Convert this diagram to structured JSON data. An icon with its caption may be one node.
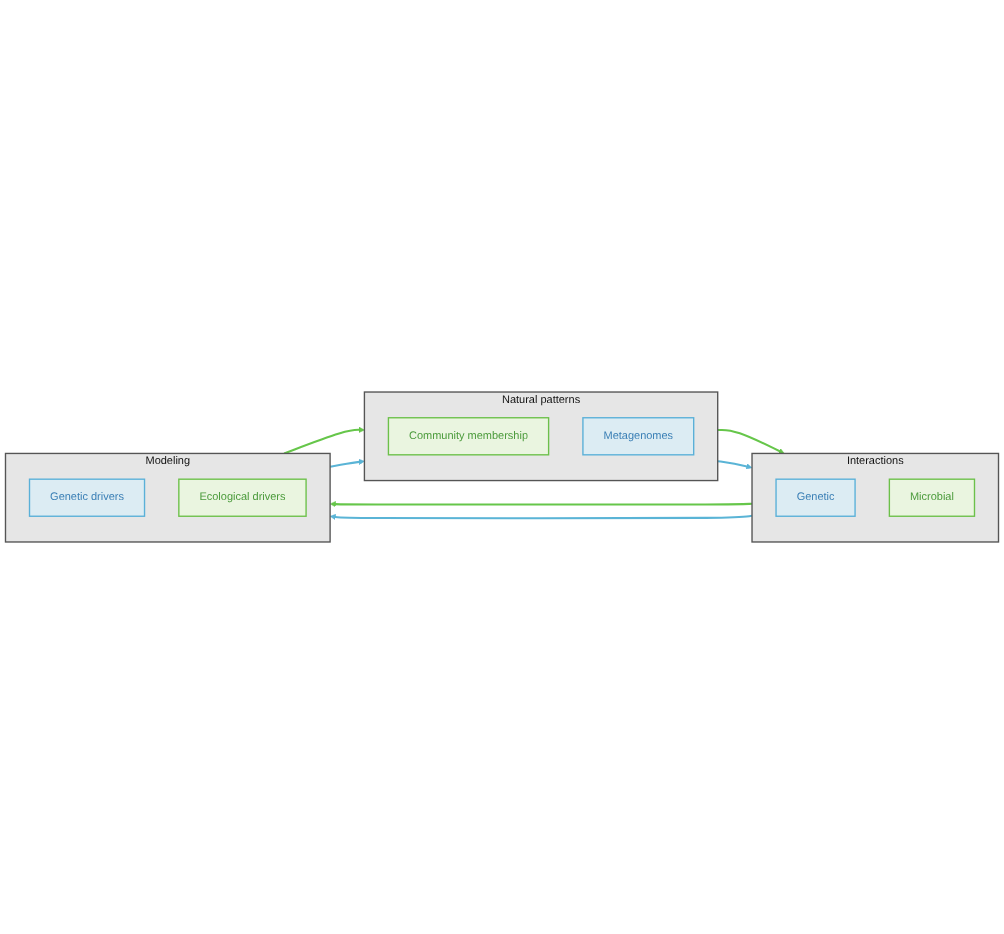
{
  "diagram": {
    "nodes": [
      {
        "text": [
          "Natural patterns"
        ]
      },
      {
        "text": [
          "Community membership"
        ],
        "in": 0
      },
      {
        "text": [
          "Metagenomes"
        ],
        "in": 0
      },
      {
        "text": [
          "Interactions"
        ]
      },
      {
        "text": [
          "Genetic"
        ],
        "in": 3
      },
      {
        "text": [
          "Microbial"
        ],
        "in": 3
      },
      {
        "text": [
          "Modeling"
        ]
      },
      {
        "text": [
          "Genetic drivers"
        ],
        "in": 6
      },
      {
        "text": [
          "Ecological drivers"
        ],
        "in": 6
      }
    ],
    "edges": [
      {
        "from": 0,
        "to": 3,
        "arrow": "to",
        "color": "#66c64a"
      },
      {
        "from": 3,
        "to": 6,
        "arrow": "to",
        "color": "#66c64a"
      },
      {
        "from": 6,
        "to": 0,
        "arrow": "to",
        "color": "#66c64a"
      },
      {
        "from": 0,
        "to": 3,
        "arrow": "to",
        "color": "#5ab4d6"
      },
      {
        "from": 3,
        "to": 6,
        "arrow": "to",
        "color": "#5ab4d6"
      },
      {
        "from": 6,
        "to": 0,
        "arrow": "to",
        "color": "#5ab4d6"
      }
    ]
  }
}
